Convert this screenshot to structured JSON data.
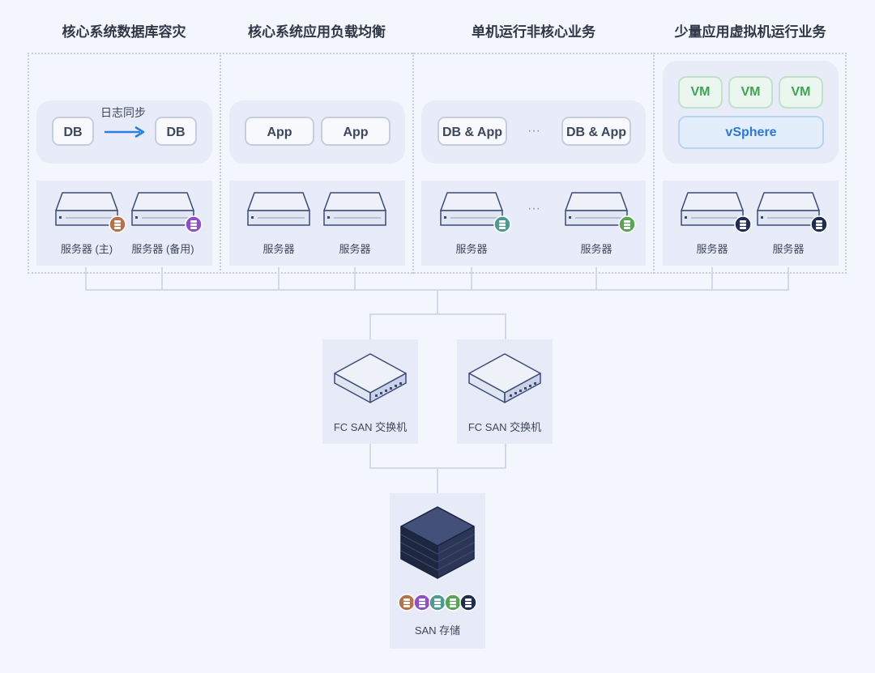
{
  "columns": [
    {
      "title": "核心系统数据库容灾"
    },
    {
      "title": "核心系统应用负载均衡"
    },
    {
      "title": "单机运行非核心业务"
    },
    {
      "title": "少量应用虚拟机运行业务"
    }
  ],
  "col1": {
    "db_left": "DB",
    "db_right": "DB",
    "sync_label": "日志同步",
    "server_left": "服务器 (主)",
    "server_right": "服务器 (备用)"
  },
  "col2": {
    "app_left": "App",
    "app_right": "App",
    "server_left": "服务器",
    "server_right": "服务器"
  },
  "col3": {
    "dbapp_left": "DB & App",
    "dbapp_right": "DB & App",
    "ellipsis": "···",
    "server_left": "服务器",
    "server_right": "服务器"
  },
  "col4": {
    "vm1": "VM",
    "vm2": "VM",
    "vm3": "VM",
    "vsphere": "vSphere",
    "server_left": "服务器",
    "server_right": "服务器"
  },
  "switches": {
    "left_label": "FC SAN 交换机",
    "right_label": "FC SAN 交换机"
  },
  "storage": {
    "label": "SAN 存储"
  },
  "colors": {
    "badge_brown": "#b8724a",
    "badge_purple": "#8c4fc9",
    "badge_teal": "#4c9a92",
    "badge_green": "#5aa457",
    "badge_navy": "#1f2d52",
    "arrow": "#2a7de1"
  }
}
